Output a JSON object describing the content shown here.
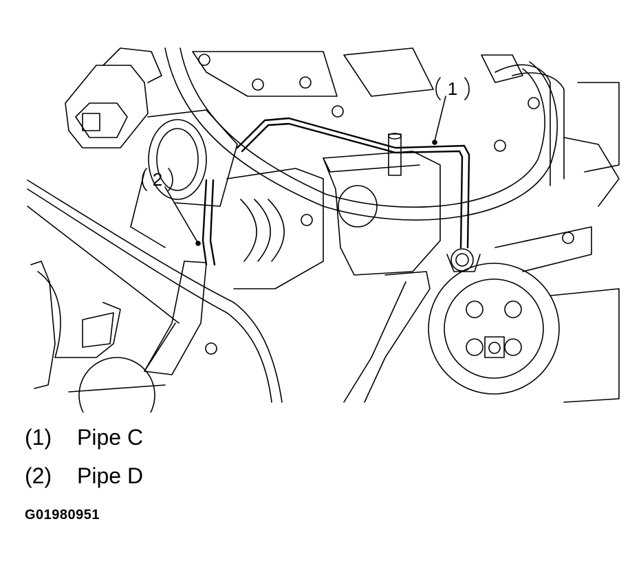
{
  "diagram": {
    "callouts": [
      {
        "number": "1"
      },
      {
        "number": "2"
      }
    ]
  },
  "legend": [
    {
      "number": "(1)",
      "label": "Pipe C"
    },
    {
      "number": "(2)",
      "label": "Pipe D"
    }
  ],
  "figure_id": "G01980951"
}
